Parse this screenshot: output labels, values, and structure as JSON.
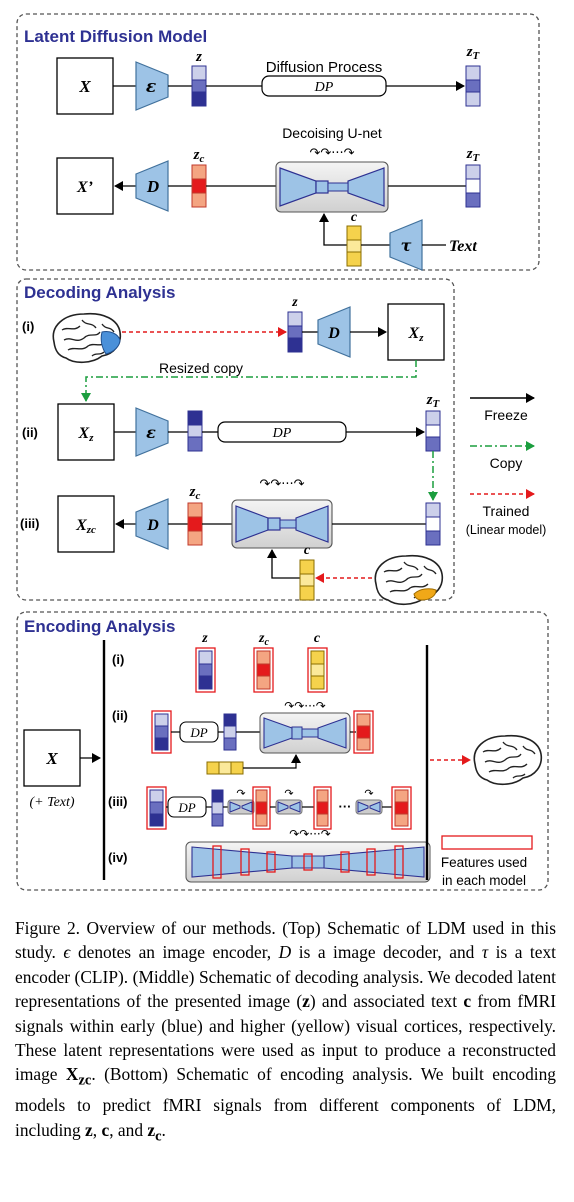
{
  "panels": {
    "ldm_title": "Latent Diffusion Model",
    "decoding_title": "Decoding Analysis",
    "encoding_title": "Encoding Analysis"
  },
  "ldm": {
    "x": "X",
    "x_prime": "X’",
    "encoder": "ε",
    "decoder": "D",
    "text_encoder": "τ",
    "text": "Text",
    "z": "z",
    "zT": "zT",
    "zc": "zc",
    "c": "c",
    "diffusion_process": "Diffusion Process",
    "dp": "DP",
    "unet": "Decoising U-net",
    "loop": "↷↷···↷"
  },
  "decoding": {
    "row_i": "(i)",
    "row_ii": "(ii)",
    "row_iii": "(iii)",
    "xz": "Xz",
    "xzc": "Xzc",
    "resized_copy": "Resized copy",
    "dp": "DP"
  },
  "legend": {
    "freeze": "Freeze",
    "copy": "Copy",
    "trained": "Trained",
    "trained_sub": "(Linear model)"
  },
  "encoding": {
    "row_i": "(i)",
    "row_ii": "(ii)",
    "row_iii": "(iii)",
    "row_iv": "(iv)",
    "x": "X",
    "plus_text": "(+ Text)",
    "dp": "DP",
    "dots": "···",
    "features_label_1": "Features used",
    "features_label_2": "in each model"
  },
  "colors": {
    "blue_fill": "#9dc3e6",
    "blue_stroke": "#41719c",
    "navy": "#2e3192",
    "red": "#e41a1c",
    "salmon": "#f4a582",
    "yellow": "#f5d24c",
    "green": "#1b9e3e",
    "panel_title": "#2e3192"
  },
  "caption": {
    "lead": "Figure 2.  Overview of our methods.  (Top) Schematic of LDM used in this study.",
    "eps": "ϵ",
    "p1": " denotes an image encoder, ",
    "d": "D",
    "p2": " is a image decoder, and ",
    "tau": "τ",
    "p3": " is a text encoder (CLIP). (Middle) Schematic of decoding analysis.  We decoded latent representations of the presented image (",
    "z": "z",
    "p4": ") and associated text ",
    "c": "c",
    "p5": " from fMRI signals within early (blue) and higher (yellow) visual cortices, respectively. These latent representations were used as input to produce a reconstructed image ",
    "xzc": "X",
    "xzc_sub": "zc",
    "p6": ".  (Bottom) Schematic of encoding analysis.  We built encoding models to predict fMRI signals from different components of LDM, including ",
    "z2": "z",
    "p7": ", ",
    "c2": "c",
    "p8": ", and ",
    "zc": "z",
    "zc_sub": "c",
    "p9": "."
  }
}
